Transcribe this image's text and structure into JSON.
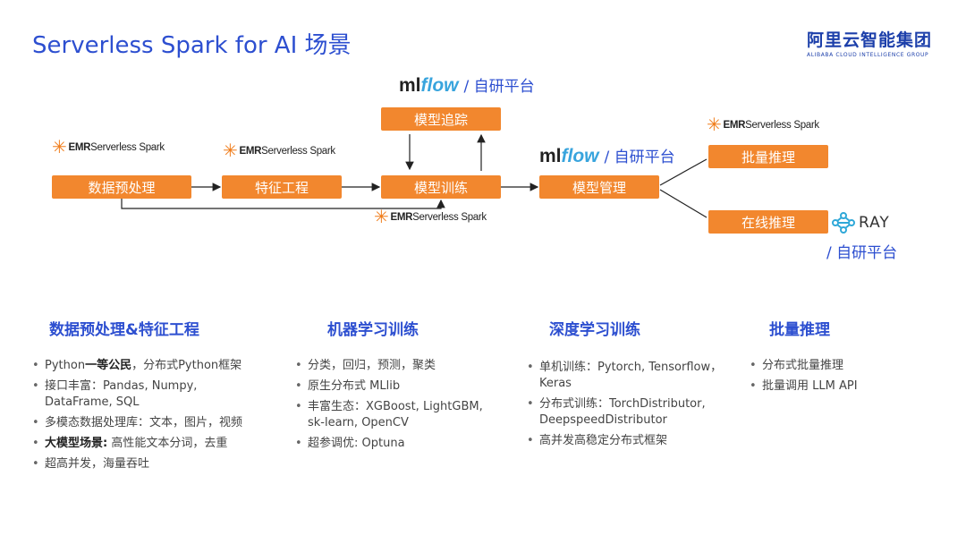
{
  "title": "Serverless Spark for AI 场景",
  "logo": {
    "cn": "阿里云智能集团",
    "en": "ALIBABA CLOUD INTELLIGENCE GROUP"
  },
  "colors": {
    "accent": "#2d4fd0",
    "box": "#f2872e",
    "mlflow_flow": "#38a4dd",
    "emr_star": "#f07d1b"
  },
  "brands": {
    "emr_bold": "EMR",
    "emr_rest": " Serverless Spark",
    "mlflow_ml": "ml",
    "mlflow_flow": "flow",
    "self_platform": "/ 自研平台",
    "ray": "RAY"
  },
  "boxes": {
    "data_prep": "数据预处理",
    "feature_eng": "特征工程",
    "model_tracking": "模型追踪",
    "model_training": "模型训练",
    "model_mgmt": "模型管理",
    "batch_infer": "批量推理",
    "online_infer": "在线推理"
  },
  "columns": [
    {
      "heading": "数据预处理&特征工程",
      "items": [
        {
          "bold": "",
          "text": "Python",
          "bold2": "一等公民",
          "text2": "，分布式Python框架"
        },
        {
          "bold": "",
          "text": "接口丰富：Pandas, Numpy, DataFrame, SQL",
          "bold2": "",
          "text2": ""
        },
        {
          "bold": "",
          "text": "多模态数据处理库：文本，图片，视频",
          "bold2": "",
          "text2": ""
        },
        {
          "bold": "大模型场景:",
          "text": " 高性能文本分词，去重",
          "bold2": "",
          "text2": ""
        },
        {
          "bold": "",
          "text": "超高并发，海量吞吐",
          "bold2": "",
          "text2": ""
        }
      ]
    },
    {
      "heading": "机器学习训练",
      "items": [
        {
          "bold": "",
          "text": "分类，回归，预测，聚类",
          "bold2": "",
          "text2": ""
        },
        {
          "bold": "",
          "text": "原生分布式 MLlib",
          "bold2": "",
          "text2": ""
        },
        {
          "bold": "",
          "text": "丰富生态：XGBoost, LightGBM, sk-learn, OpenCV",
          "bold2": "",
          "text2": ""
        },
        {
          "bold": "",
          "text": "超参调优: Optuna",
          "bold2": "",
          "text2": ""
        }
      ]
    },
    {
      "heading": "深度学习训练",
      "items": [
        {
          "bold": "",
          "text": "单机训练：Pytorch, Tensorflow， Keras",
          "bold2": "",
          "text2": ""
        },
        {
          "bold": "",
          "text": "分布式训练：TorchDistributor, DeepspeedDistributor",
          "bold2": "",
          "text2": ""
        },
        {
          "bold": "",
          "text": "高并发高稳定分布式框架",
          "bold2": "",
          "text2": ""
        }
      ]
    },
    {
      "heading": "批量推理",
      "items": [
        {
          "bold": "",
          "text": "分布式批量推理",
          "bold2": "",
          "text2": ""
        },
        {
          "bold": "",
          "text": "批量调用 LLM API",
          "bold2": "",
          "text2": ""
        }
      ]
    }
  ]
}
